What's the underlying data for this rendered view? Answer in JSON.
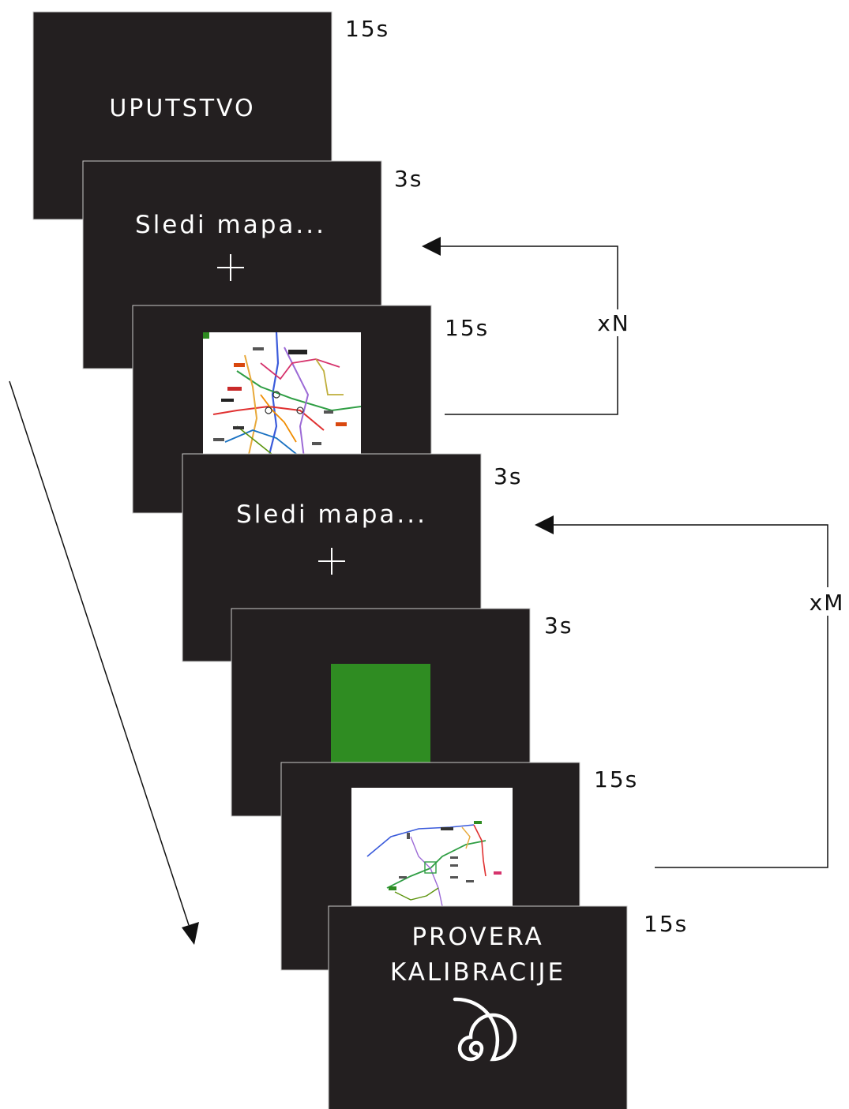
{
  "screens": {
    "instructions": {
      "label": "UPUTSTVO",
      "duration": "15s"
    },
    "cue_1": {
      "label": "Sledi mapa...",
      "duration": "3s"
    },
    "map_1": {
      "duration": "15s"
    },
    "cue_2": {
      "label": "Sledi mapa...",
      "duration": "3s"
    },
    "green_block": {
      "duration": "3s",
      "color": "#2f8c22"
    },
    "map_2": {
      "duration": "15s"
    },
    "calibration": {
      "line1": "PROVERA",
      "line2": "KALIBRACIJE",
      "duration": "15s"
    }
  },
  "loops": {
    "n": "xN",
    "m": "xM"
  },
  "colors": {
    "screen": "#231f20",
    "accent_green": "#2f8c22"
  },
  "icons": [
    "fixation-cross-icon",
    "spiral-icon",
    "arrow-icon"
  ]
}
